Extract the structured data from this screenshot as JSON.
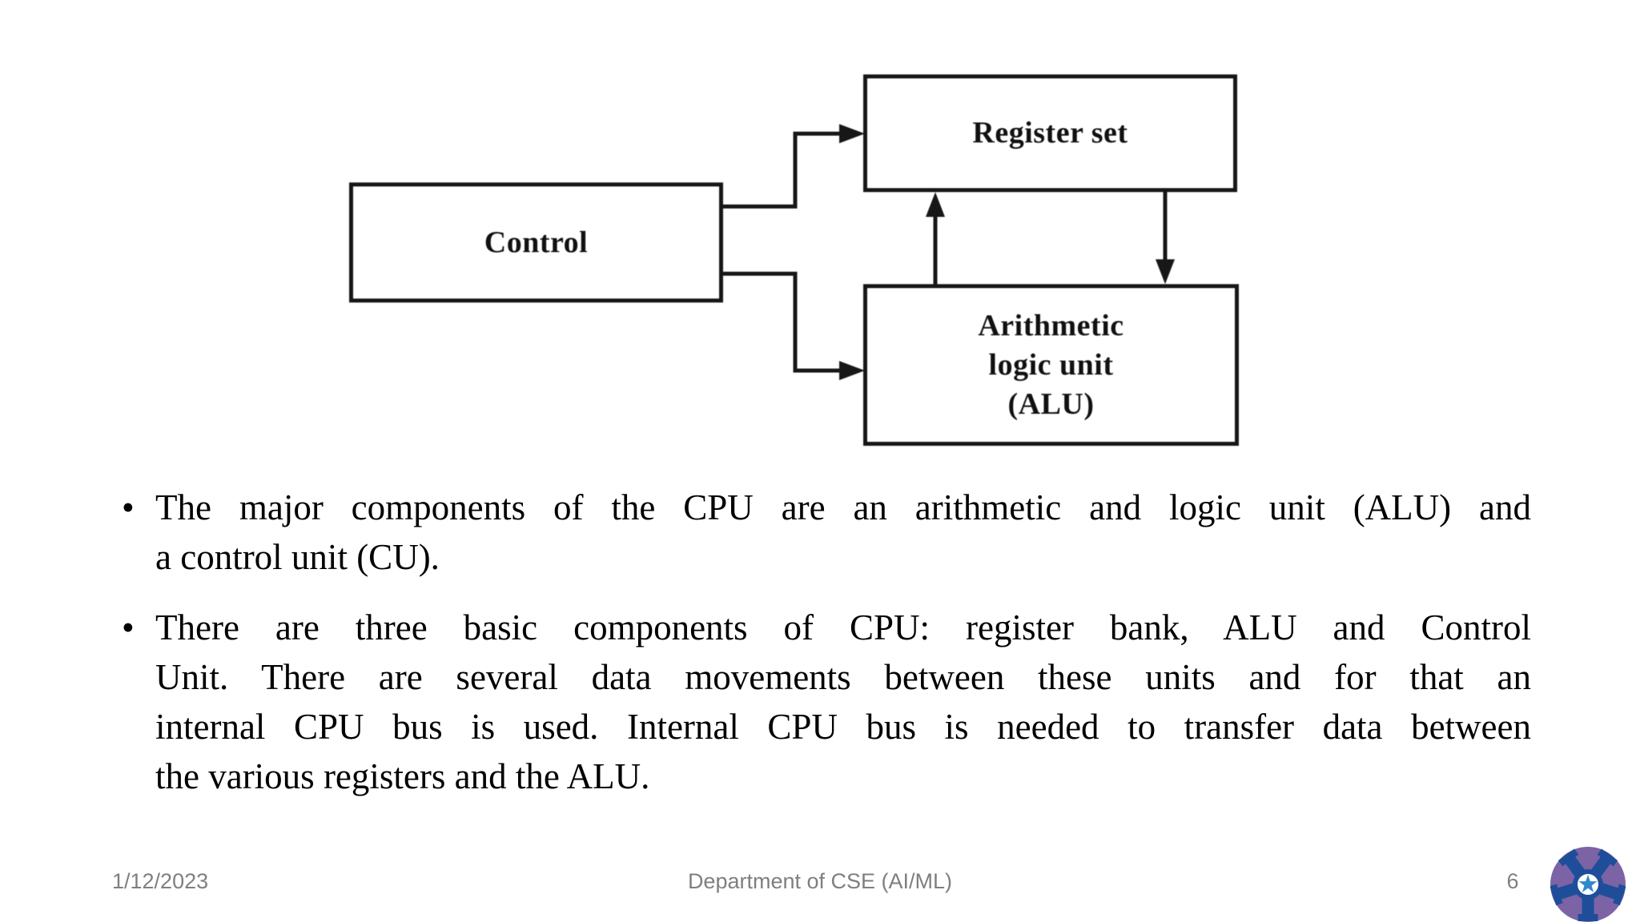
{
  "slide": {
    "background": "#ffffff"
  },
  "diagram": {
    "description": "CPU block diagram (scanned figure)",
    "ink_color": "#1c1c1c",
    "boxes": {
      "control": {
        "label": "Control"
      },
      "register_set": {
        "label": "Register set"
      },
      "alu": {
        "lines": [
          "Arithmetic",
          "logic unit",
          "(ALU)"
        ]
      }
    },
    "connections": [
      "Control to Register set (arrow right)",
      "Control to Arithmetic logic unit (arrow right)",
      "ALU to Register set (arrow up)",
      "Register set to ALU (arrow down)"
    ]
  },
  "bullets": [
    {
      "marker": "•",
      "lines": [
        "The major components of the CPU are an arithmetic and logic unit (ALU) and",
        "a control unit (CU)."
      ]
    },
    {
      "marker": "•",
      "lines": [
        "There are three basic components of CPU: register bank, ALU and Control",
        "Unit. There are several data movements between these units and for that an",
        "internal CPU bus is used. Internal CPU bus is needed to transfer data between",
        "the various registers and the ALU."
      ]
    }
  ],
  "footer": {
    "date": "1/12/2023",
    "department": "Department of CSE (AI/ML)",
    "page_number": "6",
    "text_color": "#7F7F7F"
  },
  "logo": {
    "name": "institution-emblem",
    "colors": {
      "petal": "#7C63A5",
      "spoke": "#1E4E9A",
      "center_bg": "#FFFFFF",
      "star": "#2F89CC"
    }
  }
}
